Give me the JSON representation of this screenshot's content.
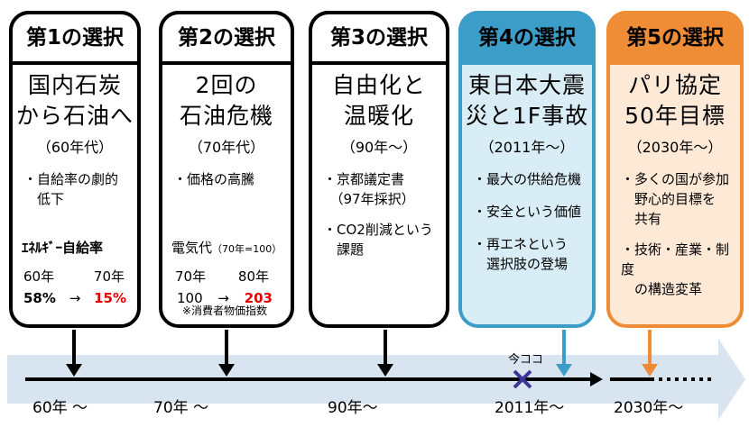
{
  "cards": [
    {
      "title": "第1の選択",
      "headline_1": "国内石炭",
      "headline_2": "から石油へ",
      "era": "（60年代）",
      "bullets": [
        "・自給率の劇的",
        "　低下"
      ],
      "stats_title": "ｴﾈﾙｷﾞｰ自給率",
      "stats_col1": "60年",
      "stats_col2": "70年",
      "stats_val1": "58%",
      "stats_arrow": "→",
      "stats_val2": "15%"
    },
    {
      "title": "第2の選択",
      "headline_1": "2回の",
      "headline_2": "石油危機",
      "era": "（70年代）",
      "bullets": [
        "・価格の高騰"
      ],
      "stats_title": "電気代",
      "stats_title_small": "（70年=100）",
      "stats_col1": "70年",
      "stats_col2": "80年",
      "stats_val1": "100",
      "stats_arrow": "→",
      "stats_val2": "203",
      "note": "※消費者物価指数"
    },
    {
      "title": "第3の選択",
      "headline_1": "自由化と",
      "headline_2": "温暖化",
      "era": "（90年～）",
      "bullets": [
        "・京都議定書",
        "　（97年採択）",
        "・CO2削減という",
        "　課題"
      ]
    },
    {
      "title": "第4の選択",
      "headline_1": "東日本大震",
      "headline_2": "災と1F事故",
      "era": "（2011年～）",
      "bullets": [
        "・最大の供給危機",
        "・安全という価値",
        "・再エネという",
        "　選択肢の登場"
      ]
    },
    {
      "title": "第5の選択",
      "headline_1": "パリ協定",
      "headline_2": "50年目標",
      "era": "（2030年～）",
      "bullets": [
        "・多くの国が参加",
        "　野心的目標を",
        "　共有",
        "・技術・産業・制度",
        "　の構造変革"
      ]
    }
  ],
  "timeline": {
    "labels": [
      "60年 ～",
      "70年 ～",
      "90年～",
      "2011年～",
      "2030年～"
    ],
    "marker": "今ココ"
  },
  "colors": {
    "card4_border": "#3d9dc9",
    "card4_fill": "#d9edf6",
    "card5_border": "#ef8c36",
    "card5_fill": "#fde9d6",
    "timeline_band": "#d9e4f1",
    "marker": "#3a3596",
    "highlight": "#e00000"
  }
}
